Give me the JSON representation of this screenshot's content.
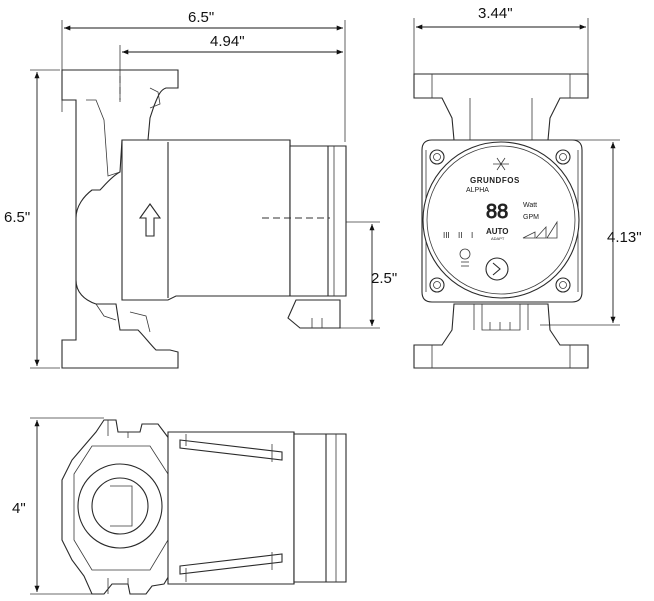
{
  "dimensions": {
    "side_width": "6.5\"",
    "side_port_offset": "4.94\"",
    "side_height": "6.5\"",
    "side_shaft_height": "2.5\"",
    "front_width": "3.44\"",
    "front_height": "4.13\"",
    "top_depth": "4\""
  },
  "control_panel": {
    "brand": "GRUNDFOS",
    "model": "ALPHA",
    "display_digits": "88",
    "unit_watt": "Watt",
    "unit_gpm": "GPM",
    "mode_auto": "AUTO",
    "mode_adapt": "ADAPT",
    "speed_marks": [
      "III",
      "II",
      "I"
    ]
  },
  "colors": {
    "line": "#2a2a2a",
    "background": "#ffffff"
  }
}
